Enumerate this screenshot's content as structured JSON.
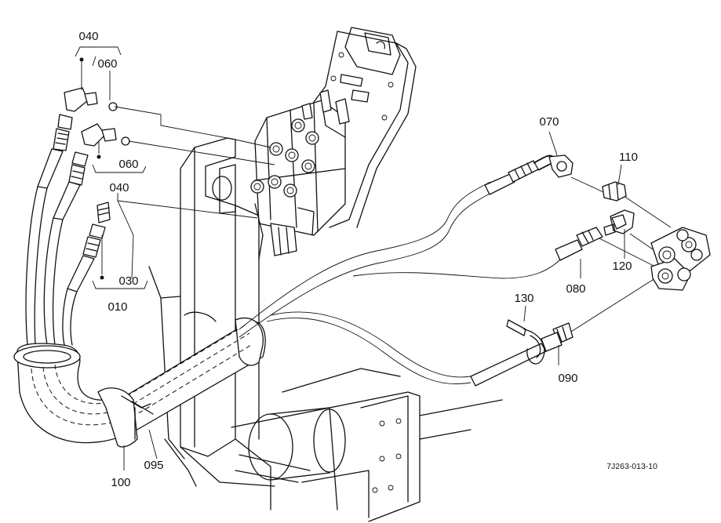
{
  "callouts": {
    "c040a": "040",
    "c060a": "060",
    "c060b": "060",
    "c040b": "040",
    "c030": "030",
    "c010": "010",
    "c070": "070",
    "c110": "110",
    "c120": "120",
    "c080": "080",
    "c130": "130",
    "c090": "090",
    "c100": "100",
    "c095": "095"
  },
  "reference_code": "7J263-013-10"
}
